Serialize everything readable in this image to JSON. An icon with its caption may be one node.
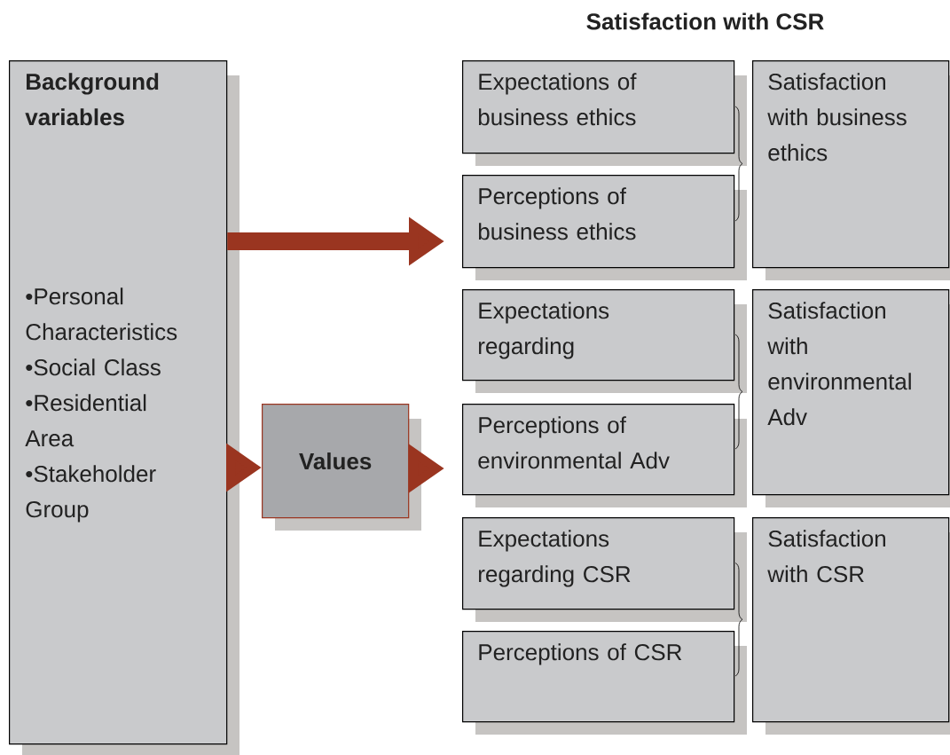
{
  "diagram": {
    "title": "Satisfaction with CSR",
    "nodes": [
      {
        "text": [
          "Background variables",
          "•Personal Characteristics",
          "•Social Class",
          "•Residential Area",
          "•Stakeholder Group"
        ]
      },
      {
        "text": [
          "Values"
        ]
      },
      {
        "text": [
          "Expectations of business ethics"
        ]
      },
      {
        "text": [
          "Perceptions of business ethics"
        ]
      },
      {
        "text": [
          "Expectations regarding"
        ]
      },
      {
        "text": [
          "Perceptions of environmental Adv"
        ]
      },
      {
        "text": [
          "Expectations regarding CSR"
        ]
      },
      {
        "text": [
          "Perceptions of CSR"
        ]
      },
      {
        "text": [
          "Satisfaction with business ethics"
        ]
      },
      {
        "text": [
          "Satisfaction with environmental Adv"
        ]
      },
      {
        "text": [
          "Satisfaction with CSR"
        ]
      }
    ],
    "edges": [
      {
        "from": 0,
        "to": 3,
        "arrow": "to"
      },
      {
        "from": 0,
        "to": 1,
        "arrow": "to"
      },
      {
        "from": 1,
        "to": 5,
        "arrow": "to"
      }
    ]
  }
}
